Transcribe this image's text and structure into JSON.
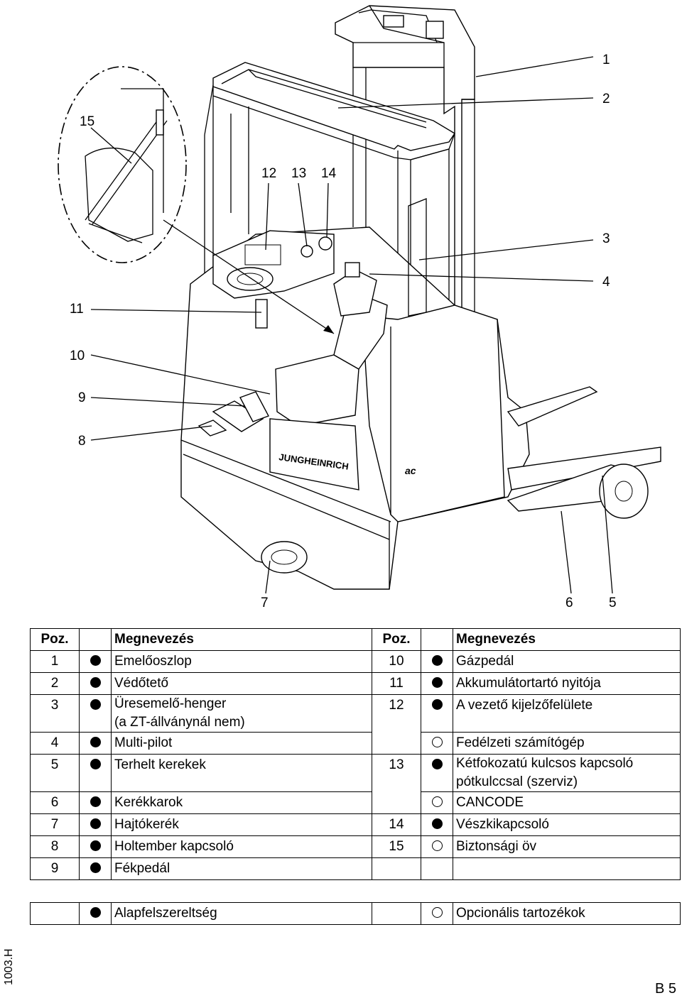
{
  "figure": {
    "callouts": [
      "1",
      "2",
      "3",
      "4",
      "5",
      "6",
      "7",
      "8",
      "9",
      "10",
      "11",
      "12",
      "13",
      "14",
      "15"
    ],
    "brand_text": "JUNGHEINRICH",
    "model_badge": "ac"
  },
  "legend": {
    "headers": [
      "Poz.",
      "Megnevezés",
      "Poz.",
      "Megnevezés"
    ],
    "left": [
      {
        "pos": "1",
        "std": true,
        "name": "Emelőoszlop"
      },
      {
        "pos": "2",
        "std": true,
        "name": "Védőtető"
      },
      {
        "pos": "3",
        "std": true,
        "name": "Üresemelő-henger",
        "name2": "(a ZT-állványnál nem)"
      },
      {
        "pos": "4",
        "std": true,
        "name": "Multi-pilot"
      },
      {
        "pos": "5",
        "std": true,
        "name": "Terhelt kerekek"
      },
      {
        "pos": "6",
        "std": true,
        "name": "Kerékkarok"
      },
      {
        "pos": "7",
        "std": true,
        "name": "Hajtókerék"
      },
      {
        "pos": "8",
        "std": true,
        "name": "Holtember kapcsoló"
      },
      {
        "pos": "9",
        "std": true,
        "name": "Fékpedál"
      }
    ],
    "right": [
      {
        "pos": "10",
        "std": true,
        "name": "Gázpedál"
      },
      {
        "pos": "11",
        "std": true,
        "name": "Akkumulátortartó nyitója"
      },
      {
        "pos": "12",
        "std": true,
        "name": "A vezető kijelzőfelülete"
      },
      {
        "pos": "",
        "std": false,
        "name": "Fedélzeti számítógép"
      },
      {
        "pos": "13",
        "std": true,
        "name": "Kétfokozatú kulcsos kapcsoló",
        "name2": "pótkulccsal (szerviz)"
      },
      {
        "pos": "",
        "std": false,
        "name": "CANCODE"
      },
      {
        "pos": "14",
        "std": true,
        "name": "Vészkikapcsoló"
      },
      {
        "pos": "15",
        "std": false,
        "name": "Biztonsági öv"
      }
    ]
  },
  "key": {
    "standard": "Alapfelszereltség",
    "optional": "Opcionális tartozékok"
  },
  "doc_code": "1003.H",
  "page_number": "B 5"
}
